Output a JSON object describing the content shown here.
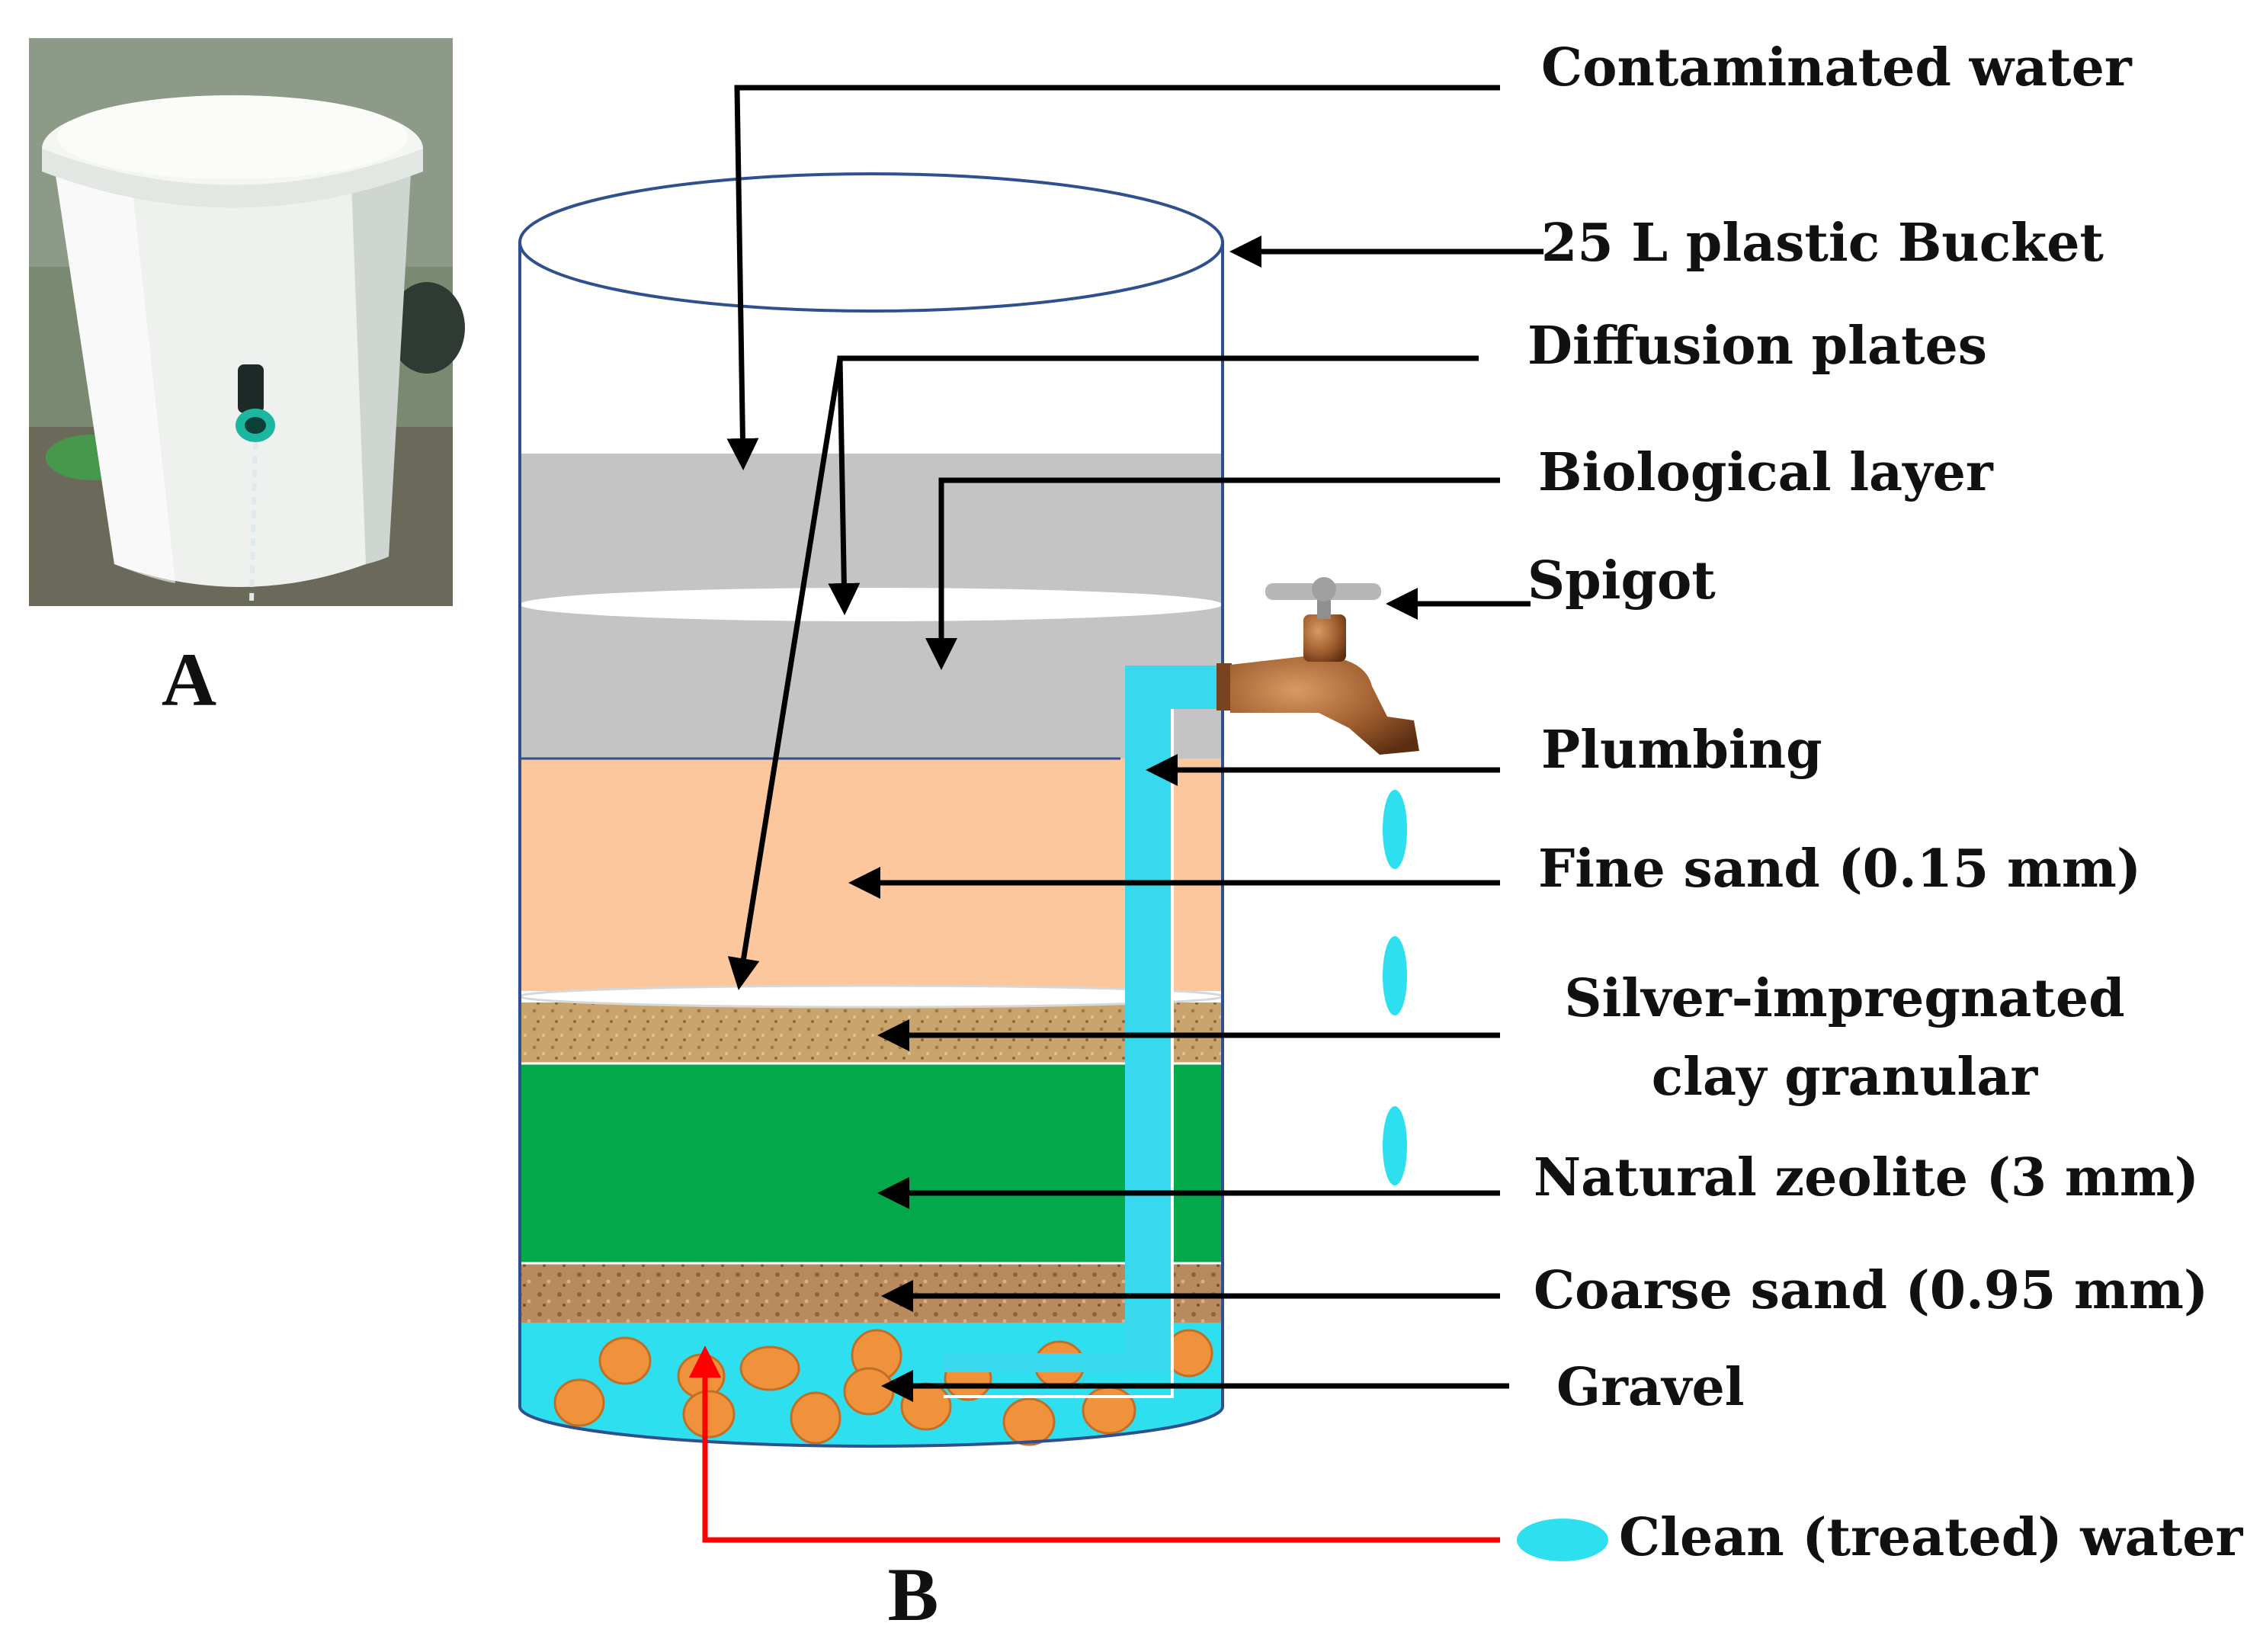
{
  "panels": {
    "a": "A",
    "b": "B"
  },
  "labels": {
    "contaminated_water": "Contaminated water",
    "bucket": "25 L plastic Bucket",
    "diffusion_plates": "Diffusion plates",
    "biological_layer": "Biological layer",
    "spigot": "Spigot",
    "plumbing": "Plumbing",
    "fine_sand": "Fine sand (0.15 mm)",
    "silver_clay_line1": "Silver-impregnated",
    "silver_clay_line2": "clay granular",
    "zeolite": "Natural zeolite (3 mm)",
    "coarse_sand": "Coarse sand (0.95 mm)",
    "gravel": "Gravel",
    "clean_water": "Clean (treated) water"
  },
  "colors": {
    "bucket_outline": "#2f4f8f",
    "water_grey": "#c4c4c4",
    "fine_sand": "#fcc79c",
    "silver_clay": "#c9a46c",
    "zeolite": "#02a84a",
    "coarse_sand": "#b98a5e",
    "gravel_water": "#2ee0ef",
    "gravel_stone": "#f0913b",
    "pipe": "#38d9ee",
    "spigot_brass": "#9b5a2c",
    "clean_water_arrow": "#ff0000",
    "leader": "#000000"
  }
}
